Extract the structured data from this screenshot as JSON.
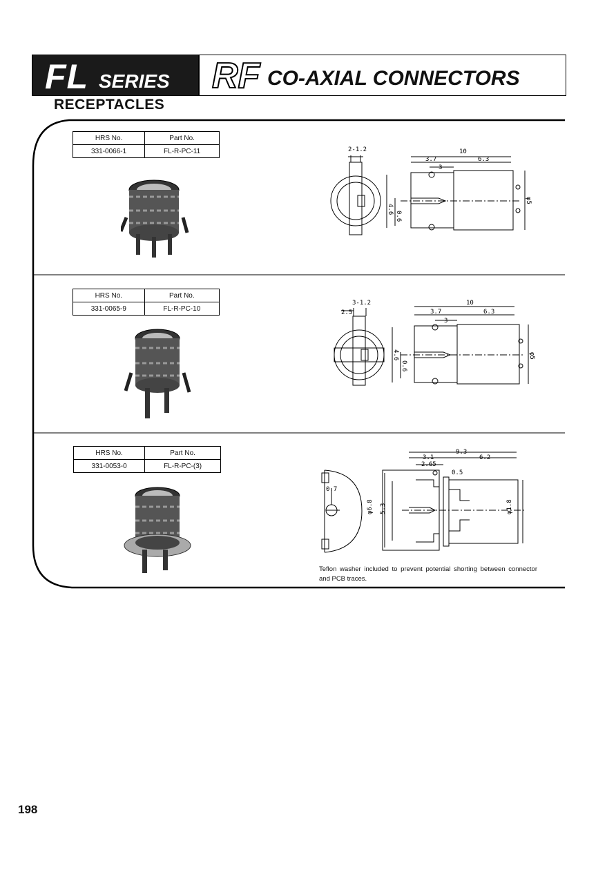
{
  "header": {
    "series_prefix": "FL",
    "series_suffix": "SERIES",
    "rf": "RF",
    "title": "CO-AXIAL CONNECTORS"
  },
  "section_title": "RECEPTACLES",
  "products": [
    {
      "col1": "HRS No.",
      "col2": "Part No.",
      "hrs_no": "331-0066-1",
      "part_no": "FL-R-PC-11",
      "dims": {
        "top": "2-1.2",
        "total": "10",
        "a": "3.7",
        "b": "6.3",
        "c": "3",
        "h": "4.6",
        "w": "0.6",
        "dia": "φ5"
      }
    },
    {
      "col1": "HRS No.",
      "col2": "Part No.",
      "hrs_no": "331-0065-9",
      "part_no": "FL-R-PC-10",
      "dims": {
        "top": "3-1.2",
        "side": "2.5",
        "total": "10",
        "a": "3.7",
        "b": "6.3",
        "c": "3",
        "h": "4.6",
        "w": "0.6",
        "dia": "φ5"
      }
    },
    {
      "col1": "HRS No.",
      "col2": "Part No.",
      "hrs_no": "331-0053-0",
      "part_no": "FL-R-PC-(3)",
      "dims": {
        "total": "9.3",
        "a": "3.1",
        "b": "6.2",
        "c": "2.65",
        "d": "0.5",
        "e": "0.7",
        "f": "φ6.8",
        "g": "5.3",
        "h": "φ1.8"
      }
    }
  ],
  "note": "Teflon washer included to prevent potential shorting between connector and PCB traces.",
  "page_number": "198"
}
